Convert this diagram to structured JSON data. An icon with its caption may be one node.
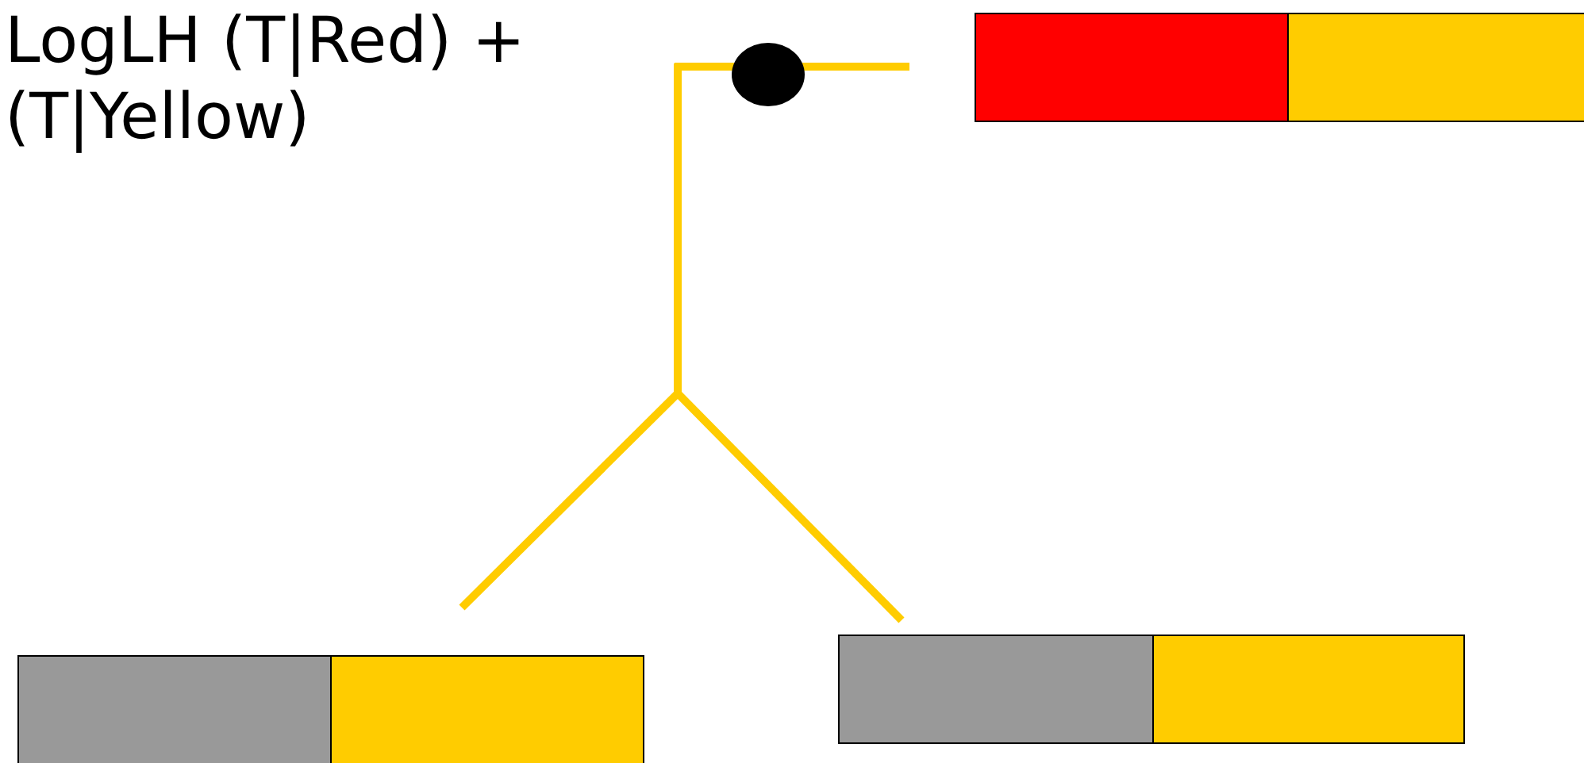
{
  "diagram": {
    "nodes": [
      {
        "text": [],
        "shape": "circle"
      },
      {
        "text": [],
        "shape": "box"
      },
      {
        "text": [],
        "shape": "box"
      },
      {
        "text": [],
        "shape": "box"
      },
      {
        "text": [],
        "shape": "box"
      },
      {
        "text": [],
        "shape": "box"
      },
      {
        "text": [],
        "shape": "box"
      }
    ],
    "labels": [
      "LogLH (T|Red) + (T|Yellow)"
    ]
  }
}
